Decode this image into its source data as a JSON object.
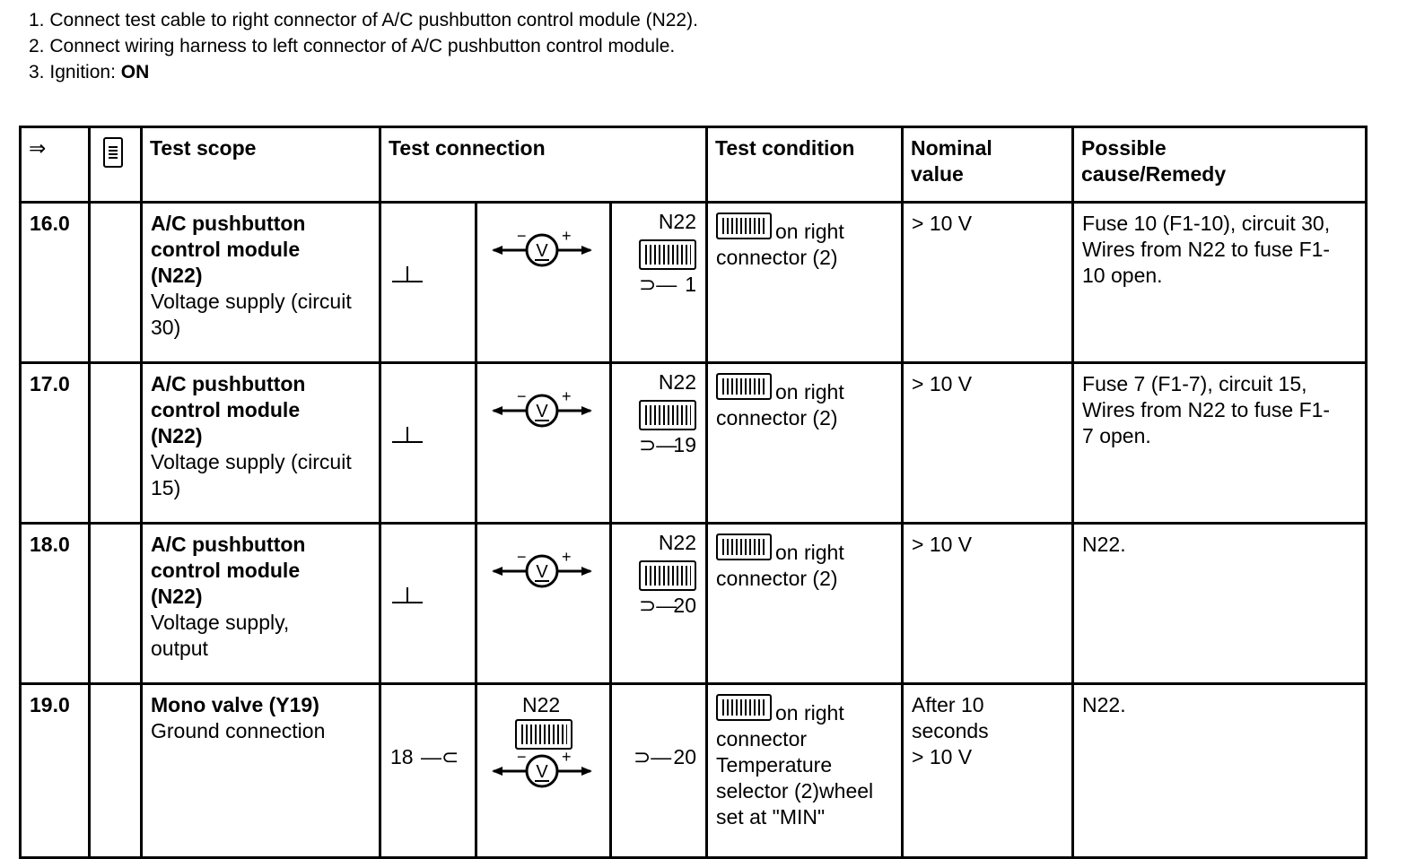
{
  "instructions": [
    {
      "prefix": "1. ",
      "text": "Connect test cable to right connector of A/C pushbutton control module (N22).",
      "bold": ""
    },
    {
      "prefix": "2. ",
      "text": "Connect wiring harness to left connector of A/C pushbutton control module.",
      "bold": ""
    },
    {
      "prefix": "3. ",
      "text": "Ignition: ",
      "bold": "ON"
    }
  ],
  "table": {
    "headers": {
      "arrow": "⇒",
      "icon": "connector-module-icon",
      "test_scope": "Test scope",
      "test_connection": "Test connection",
      "test_condition": "Test condition",
      "nominal_value_1": "Nominal",
      "nominal_value_2": "value",
      "cause_1": "Possible",
      "cause_2": "cause/Remedy"
    },
    "rows": [
      {
        "num": "16.0",
        "scope_title": [
          "A/C pushbutton",
          "control module",
          "(N22)"
        ],
        "scope_detail": [
          "Voltage supply (circuit",
          "30)"
        ],
        "conn_label": "N22",
        "pin": "1",
        "condition": [
          "on right",
          "connector (2)"
        ],
        "nominal": [
          "> 10 V"
        ],
        "cause": [
          "Fuse 10 (F1-10), circuit 30,",
          "Wires from N22 to fuse F1-",
          "10 open."
        ]
      },
      {
        "num": "17.0",
        "scope_title": [
          "A/C pushbutton",
          "control module",
          "(N22)"
        ],
        "scope_detail": [
          "Voltage supply (circuit",
          "15)"
        ],
        "conn_label": "N22",
        "pin": "19",
        "condition": [
          "on right",
          "connector (2)"
        ],
        "nominal": [
          "> 10 V"
        ],
        "cause": [
          "Fuse 7 (F1-7), circuit 15,",
          "Wires from N22 to fuse F1-",
          "7 open."
        ]
      },
      {
        "num": "18.0",
        "scope_title": [
          "A/C pushbutton",
          "control module",
          "(N22)"
        ],
        "scope_detail": [
          "Voltage supply,",
          "output"
        ],
        "conn_label": "N22",
        "pin": "20",
        "condition": [
          "on right",
          "connector (2)"
        ],
        "nominal": [
          "> 10 V"
        ],
        "cause": [
          "N22."
        ]
      },
      {
        "num": "19.0",
        "scope_title": [
          "Mono valve (Y19)"
        ],
        "scope_detail": [
          "Ground connection"
        ],
        "conn_label": "N22",
        "pin_left": "18",
        "pin": "20",
        "condition": [
          "on right",
          "connector",
          "Temperature",
          "selector (2)wheel",
          "set at \"MIN\""
        ],
        "nominal": [
          "After 10",
          "seconds",
          "> 10 V"
        ],
        "cause": [
          "N22."
        ]
      }
    ]
  }
}
